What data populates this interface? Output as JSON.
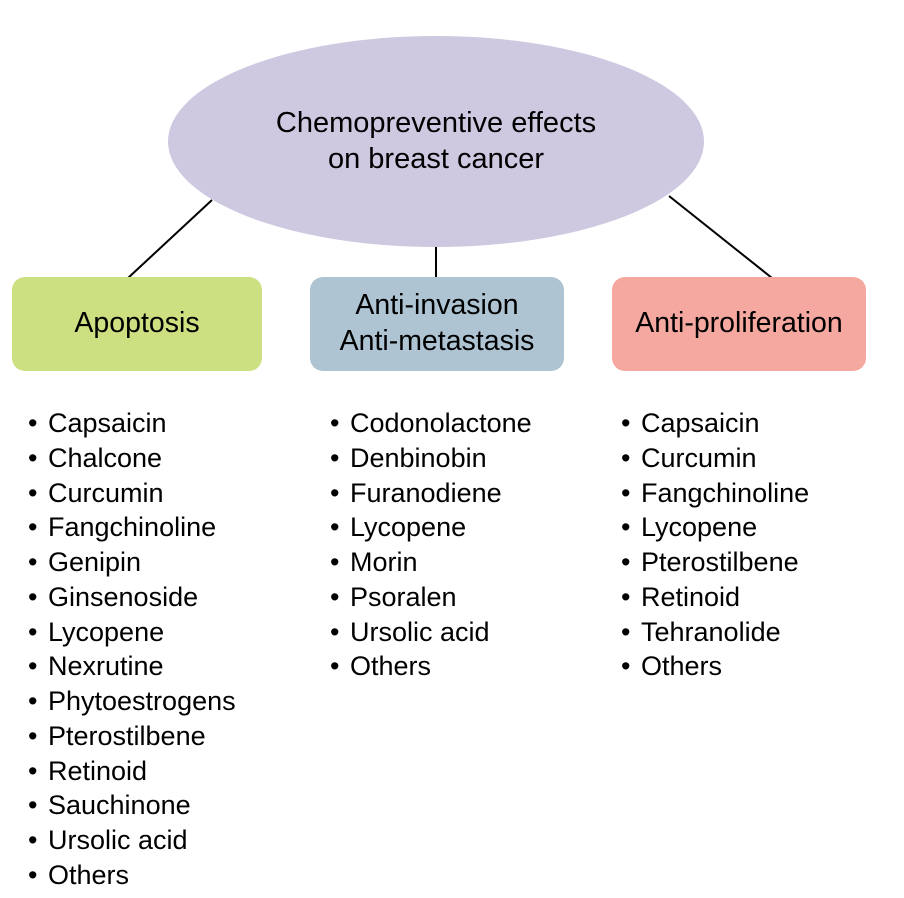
{
  "root": {
    "line1": "Chemopreventive effects",
    "line2": "on breast cancer"
  },
  "bullet": "•",
  "colors": {
    "background": "#ffffff",
    "ellipse": "#cfc8e1",
    "apoptosis_box": "#cce082",
    "anti_invasion_box": "#aec4d3",
    "anti_proliferation_box": "#f5a89f",
    "line": "#000000",
    "text": "#000000"
  },
  "categories": [
    {
      "id": "apoptosis",
      "label_lines": [
        "Apoptosis"
      ],
      "items": [
        "Capsaicin",
        "Chalcone",
        "Curcumin",
        "Fangchinoline",
        "Genipin",
        "Ginsenoside",
        "Lycopene",
        "Nexrutine",
        "Phytoestrogens",
        "Pterostilbene",
        "Retinoid",
        "Sauchinone",
        "Ursolic acid",
        "Others"
      ]
    },
    {
      "id": "anti-invasion-anti-metastasis",
      "label_lines": [
        "Anti-invasion",
        "Anti-metastasis"
      ],
      "items": [
        "Codonolactone",
        "Denbinobin",
        "Furanodiene",
        "Lycopene",
        "Morin",
        "Psoralen",
        "Ursolic acid",
        "Others"
      ]
    },
    {
      "id": "anti-proliferation",
      "label_lines": [
        "Anti-proliferation"
      ],
      "items": [
        "Capsaicin",
        "Curcumin",
        "Fangchinoline",
        "Lycopene",
        "Pterostilbene",
        "Retinoid",
        "Tehranolide",
        "Others"
      ]
    }
  ]
}
